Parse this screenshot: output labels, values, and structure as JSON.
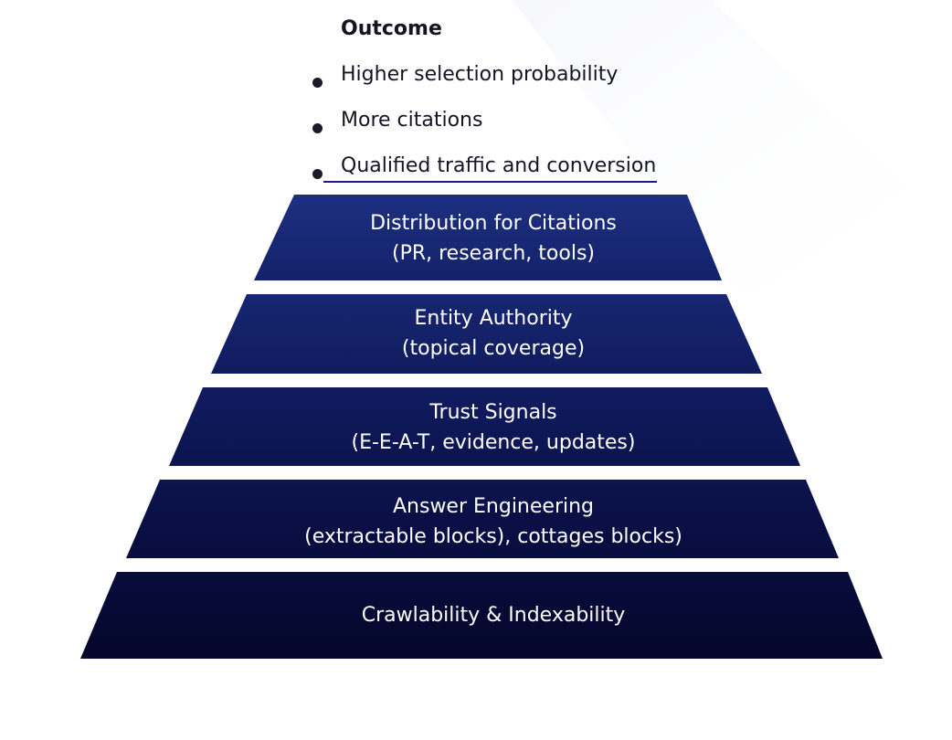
{
  "outcome": {
    "title": "Outcome",
    "items": [
      "Higher selection probability",
      "More citations",
      "Qualified traffic and conversion"
    ]
  },
  "pyramid": {
    "layers": [
      {
        "line1": "Distribution for Citations",
        "line2": "(PR, research, tools)"
      },
      {
        "line1": "Entity Authority",
        "line2": "(topical coverage)"
      },
      {
        "line1": "Trust Signals",
        "line2": "(E-E-A-T, evidence, updates)"
      },
      {
        "line1": "Answer Engineering",
        "line2": "(extractable blocks), cottages blocks)"
      },
      {
        "line1": "Crawlability & Indexability",
        "line2": ""
      }
    ]
  },
  "colors": {
    "layer_top": "#1a2a78",
    "layer_bottom": "#05072a",
    "bullet": "#1b1b28",
    "underline": "#1b1c8a",
    "text_dark": "#141424"
  }
}
